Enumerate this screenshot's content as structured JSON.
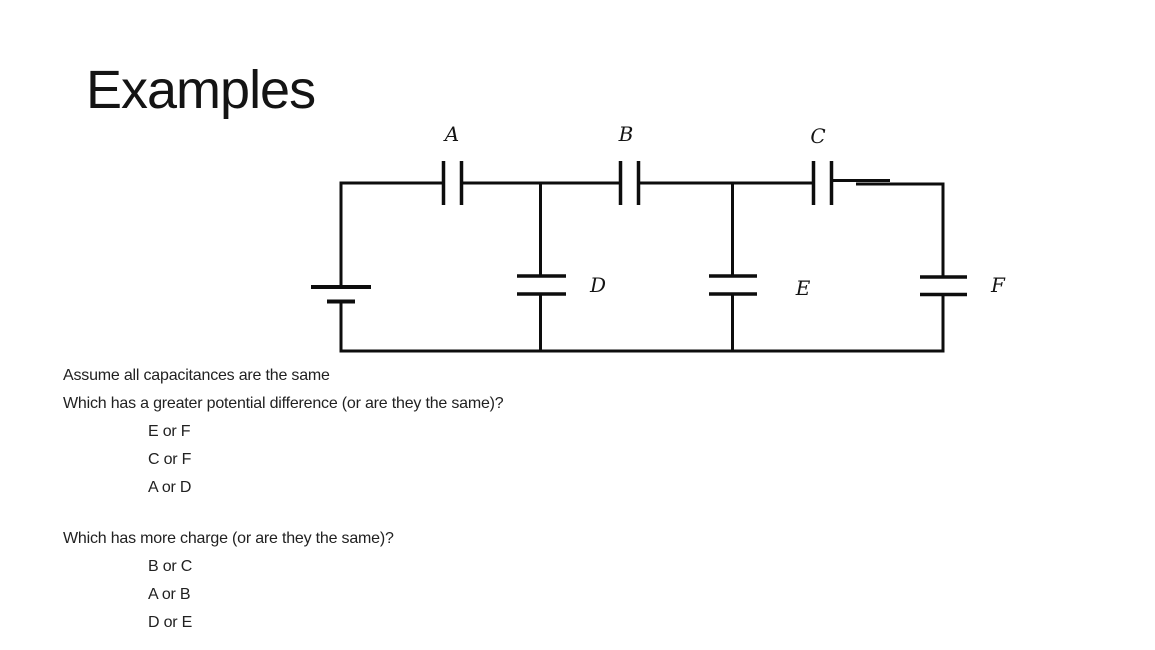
{
  "slide": {
    "title": "Examples"
  },
  "circuit": {
    "capacitor_labels": {
      "A": "A",
      "B": "B",
      "C": "C",
      "D": "D",
      "E": "E",
      "F": "F"
    }
  },
  "questions": {
    "assumption": "Assume all capacitances are the same",
    "potential": {
      "prompt": "Which has a greater potential difference (or are they the same)?",
      "options": [
        "E or F",
        "C or F",
        "A or D"
      ]
    },
    "charge": {
      "prompt": "Which has more charge (or are they the same)?",
      "options": [
        "B or C",
        "A or B",
        "D or E"
      ]
    }
  },
  "colors": {
    "background": "#ffffff",
    "ink": "#0d0d0d",
    "text": "#212121"
  }
}
